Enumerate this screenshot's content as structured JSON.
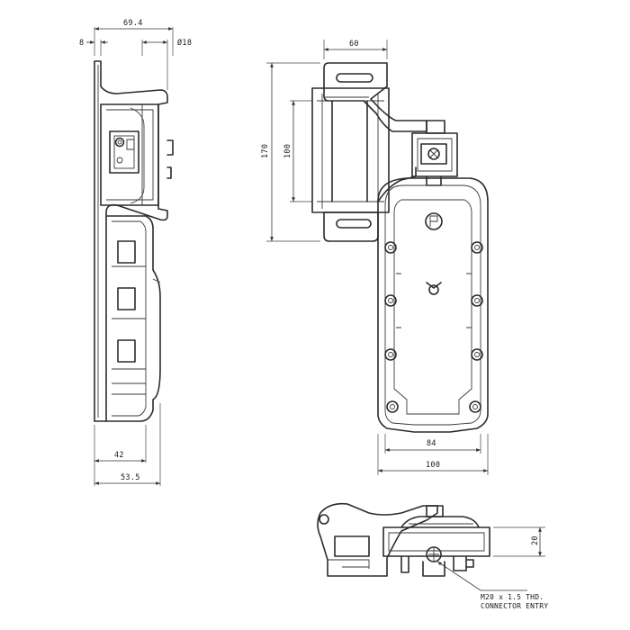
{
  "side_view": {
    "dims": {
      "top_overall": "69.4",
      "flange_thickness": "8",
      "diameter": "Ø18",
      "bottom_inner": "42",
      "bottom_overall": "53.5"
    }
  },
  "front_view": {
    "dims": {
      "top_width": "60",
      "overall_height": "170",
      "mid_height": "100",
      "inner_width": "84",
      "overall_width": "100"
    }
  },
  "bottom_view": {
    "dims": {
      "right_height": "20"
    },
    "note_line1": "M20 x 1.5 THD.",
    "note_line2": "CONNECTOR ENTRY"
  },
  "colors": {
    "line": "#2b2b2b",
    "background": "#ffffff"
  }
}
